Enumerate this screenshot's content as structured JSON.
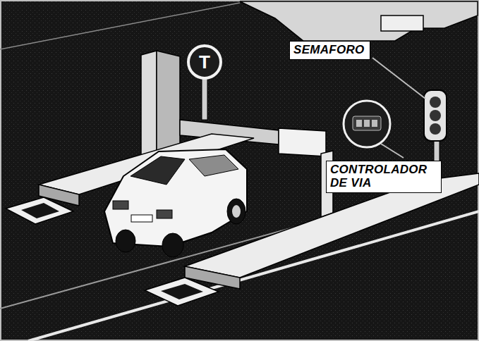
{
  "diagram": {
    "nodes": [
      {
        "text": [
          "SEMAFORO"
        ]
      },
      {
        "text": [
          "CONTROLADOR DE VIA"
        ]
      }
    ],
    "labels": [
      "T"
    ]
  }
}
